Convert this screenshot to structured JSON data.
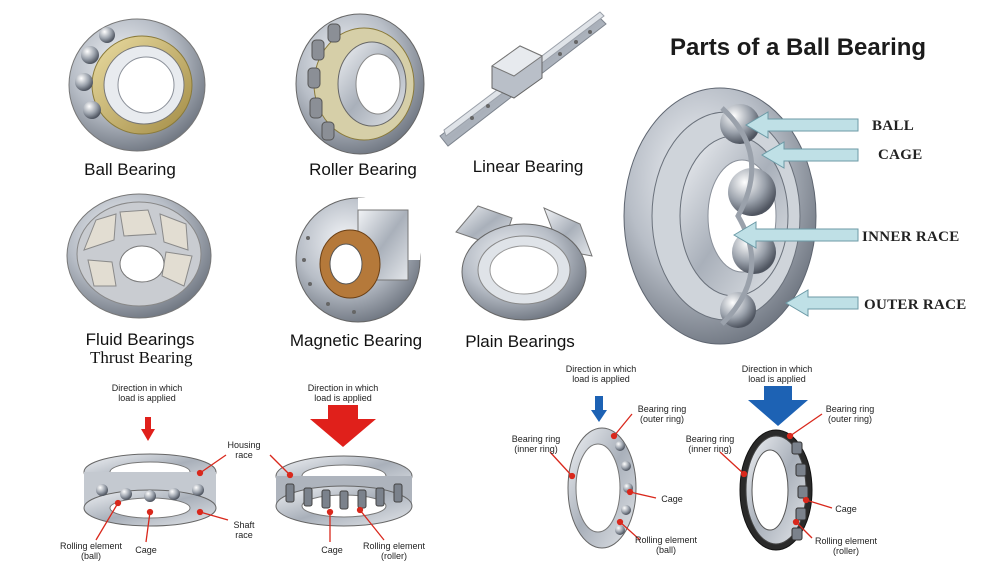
{
  "captions": {
    "ball_bearing": "Ball Bearing",
    "roller_bearing": "Roller Bearing",
    "linear_bearing": "Linear Bearing",
    "fluid_bearings": "Fluid Bearings",
    "thrust_bearing": "Thrust Bearing",
    "magnetic_bearing": "Magnetic Bearing",
    "plain_bearings": "Plain Bearings"
  },
  "parts_diagram": {
    "title": "Parts of a Ball Bearing",
    "labels": [
      "BALL",
      "CAGE",
      "INNER RACE",
      "OUTER RACE"
    ]
  },
  "thrust_ball": {
    "direction": "Direction in which\nload is applied",
    "housing_race": "Housing\nrace",
    "shaft_race": "Shaft\nrace",
    "rolling_element": "Rolling element\n(ball)",
    "cage": "Cage"
  },
  "thrust_roller": {
    "direction": "Direction in which\nload is applied",
    "cage": "Cage",
    "rolling_element": "Rolling element\n(roller)"
  },
  "radial_ball": {
    "direction": "Direction in which\nload is applied",
    "outer_ring": "Bearing ring\n(outer ring)",
    "inner_ring": "Bearing ring\n(inner ring)",
    "cage": "Cage",
    "rolling_element": "Rolling element\n(ball)"
  },
  "radial_roller": {
    "direction": "Direction in which\nload is applied",
    "outer_ring": "Bearing ring\n(outer ring)",
    "inner_ring": "Bearing ring\n(inner ring)",
    "cage": "Cage",
    "rolling_element": "Rolling element\n(roller)"
  },
  "colors": {
    "steel_light": "#e4e7ec",
    "steel_mid": "#aeb4bd",
    "steel_dark": "#6f7682",
    "brass": "#c9b46a",
    "callout_arrow": "#bfe0e6",
    "red_arrow": "#e0201b",
    "blue_arrow": "#1d62b4",
    "leader_red": "#d9281c"
  }
}
